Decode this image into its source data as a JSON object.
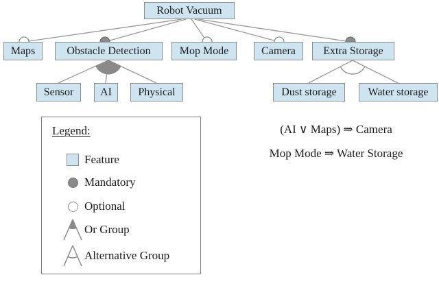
{
  "diagram": {
    "title_hint": "Robot Vacuum feature model",
    "root": {
      "label": "Robot Vacuum"
    },
    "level2": [
      {
        "label": "Maps",
        "relation": "optional"
      },
      {
        "label": "Obstacle Detection",
        "relation": "mandatory"
      },
      {
        "label": "Mop Mode",
        "relation": "optional"
      },
      {
        "label": "Camera",
        "relation": "optional"
      },
      {
        "label": "Extra Storage",
        "relation": "mandatory"
      }
    ],
    "obstacle_detection_children": {
      "group_type": "or",
      "items": [
        {
          "label": "Sensor"
        },
        {
          "label": "AI"
        },
        {
          "label": "Physical"
        }
      ]
    },
    "extra_storage_children": {
      "group_type": "alternative",
      "items": [
        {
          "label": "Dust storage"
        },
        {
          "label": "Water storage"
        }
      ]
    }
  },
  "legend": {
    "title": "Legend:",
    "items": [
      {
        "icon": "feature-square-icon",
        "label": "Feature"
      },
      {
        "icon": "mandatory-filled-circle-icon",
        "label": "Mandatory"
      },
      {
        "icon": "optional-open-circle-icon",
        "label": "Optional"
      },
      {
        "icon": "or-group-filled-arc-icon",
        "label": "Or Group"
      },
      {
        "icon": "alternative-group-open-arc-icon",
        "label": "Alternative Group"
      }
    ]
  },
  "constraints": [
    "(AI ∨ Maps) ⇒ Camera",
    "Mop Mode ⇒ Water Storage"
  ],
  "colors": {
    "feature_fill": "#cee4f0",
    "box_border": "#8c8c8c",
    "mandatory_gray": "#8a8a8a",
    "edge_gray": "#999999",
    "text": "#1a1a1a",
    "background": "#ffffff"
  }
}
